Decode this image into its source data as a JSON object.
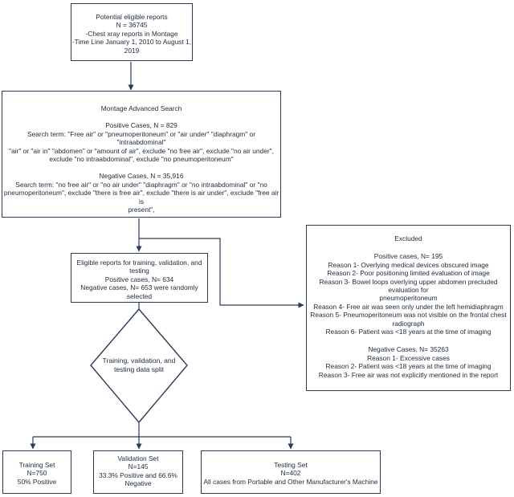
{
  "potential": {
    "title": "Potential eligible reports",
    "count": "N = 36745",
    "line1": "-Chest xray reports in Montage",
    "line2": "-Time Line  January 1, 2010  to August 1, 2019"
  },
  "search": {
    "title": "Montage Advanced Search",
    "positive_heading": "Positive Cases, N = 829",
    "positive_line1": "Search term: \"Free air\" or \"pneumoperitoneum\" or \"air under\" \"diaphragm\" or \"intraabdominal\"",
    "positive_line2": "\"air\" or \"air in\" \"abdomen\" or \"amount of air\",  exclude \"no free air\", exclude \"no air under\",",
    "positive_line3": "exclude \"no intraabdominal\", exclude \"no pneumoperitoneum\"",
    "negative_heading": "Negative Cases, N = 35,916",
    "negative_line1": "Search term:  \"no free air\" or \"no air under\" \"diaphragm\" or \"no intraabdominal\" or \"no",
    "negative_line2": "pneumoperitoneum\", exclude \"there is free air\", exclude \"there is air under\", exclude \"free air is",
    "negative_line3": "present\","
  },
  "eligible": {
    "line1": "Eligible reports for training, validation, and",
    "line2": "testing",
    "line3": "Positive cases, N= 634",
    "line4": "Negative cases, N= 653 were randomly",
    "line5": "selected"
  },
  "split": {
    "line1": "Training, validation, and",
    "line2": "testing data split"
  },
  "excluded": {
    "title": "Excluded",
    "positive_heading": "Positive cases, N= 195",
    "pos_reason1": "Reason 1- Overlying medical devices obscured image",
    "pos_reason2": "Reason 2- Poor positioning limited evaluation of image",
    "pos_reason3a": "Reason 3- Bowel loops overlying upper abdomen precluded evaluation for",
    "pos_reason3b": "pneumoperitoneum",
    "pos_reason4": "Reason 4- Free air was seen only under the left hemidiaphragm",
    "pos_reason5a": "Reason 5- Pneumoperitoneum was not visible on the frontal chest",
    "pos_reason5b": "radiograph",
    "pos_reason6": "Reason 6- Patient was <18 years at the time of imaging",
    "negative_heading": "Negative Cases, N= 35263",
    "neg_reason1": "Reason 1- Excessive cases",
    "neg_reason2": "Reason 2- Patient was <18 years at the time of imaging",
    "neg_reason3": "Reason 3- Free air was not explicitly mentioned in the report"
  },
  "training": {
    "title": "Training Set",
    "count": "N=750",
    "detail": "50% Positive"
  },
  "validation": {
    "title": "Validation Set",
    "count": "N=145",
    "detail1": "33.3% Positive and 66.6%",
    "detail2": "Negative"
  },
  "testing": {
    "title": "Testing Set",
    "count": "N=402",
    "detail": "All cases from Portable and Other Manufacturer's Machine"
  },
  "colors": {
    "border": "#2b3a55",
    "text": "#1e2a3a",
    "background": "#ffffff"
  }
}
